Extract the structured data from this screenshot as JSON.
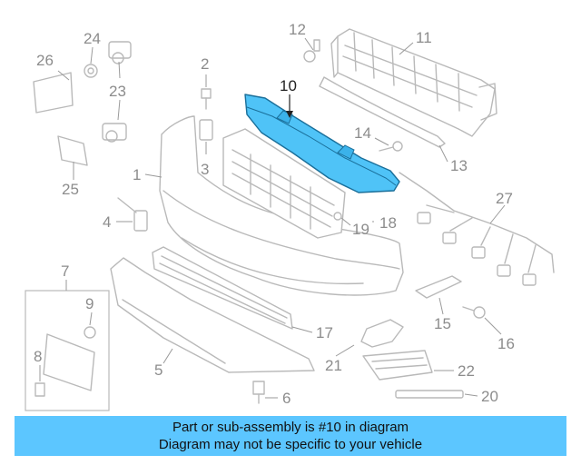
{
  "highlight_color": "#4fc3f7",
  "banner_color": "#5cc6ff",
  "highlighted_part": "10",
  "callouts": {
    "c1": "1",
    "c2": "2",
    "c3": "3",
    "c4": "4",
    "c5": "5",
    "c6": "6",
    "c7": "7",
    "c8": "8",
    "c9": "9",
    "c10": "10",
    "c11": "11",
    "c12": "12",
    "c13": "13",
    "c14": "14",
    "c15": "15",
    "c16": "16",
    "c17": "17",
    "c18": "18",
    "c19": "19",
    "c20": "20",
    "c21": "21",
    "c22": "22",
    "c23": "23",
    "c24": "24",
    "c25": "25",
    "c26": "26",
    "c27": "27"
  },
  "banner": {
    "line1": "Part or sub-assembly is #10 in diagram",
    "line2": "Diagram may not be specific to your vehicle"
  }
}
